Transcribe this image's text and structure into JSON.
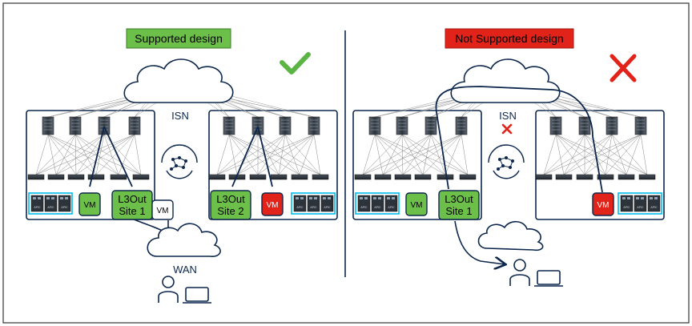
{
  "left": {
    "title": "Supported design",
    "isn_label": "ISN",
    "wan_label": "WAN",
    "vm_green": "VM",
    "vm_red": "VM",
    "vm_white": "VM",
    "l3out_site1_line1": "L3Out",
    "l3out_site1_line2": "Site 1",
    "l3out_site2_line1": "L3Out",
    "l3out_site2_line2": "Site 2",
    "status_icon": "check-icon"
  },
  "right": {
    "title": "Not Supported design",
    "isn_label": "ISN",
    "vm_green": "VM",
    "vm_red": "VM",
    "l3out_site1_line1": "L3Out",
    "l3out_site1_line2": "Site 1",
    "status_icon": "cross-icon",
    "isn_blocked_icon": "small-cross-icon"
  },
  "apic_label": "APIC",
  "colors": {
    "green": "#6cc04a",
    "red": "#e2231a",
    "navy": "#0d274d",
    "check_green": "#5bb443",
    "cross_red": "#e2231a",
    "apic_border": "#00bceb"
  }
}
